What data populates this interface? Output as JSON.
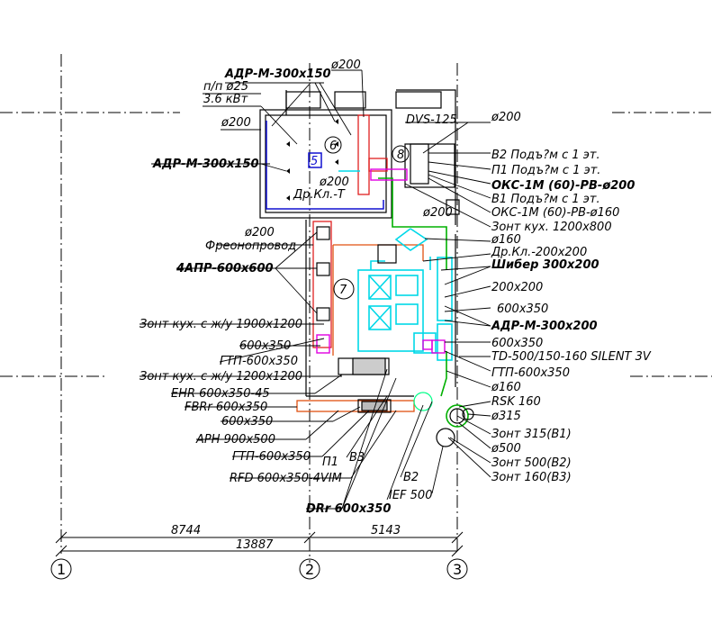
{
  "labels": {
    "adr_m_300x150_top": "АДР-М-300х150",
    "pn_025": "п/п ø25",
    "kw_36": "3.6 кВт",
    "d200_top": "ø200",
    "d200_left": "ø200",
    "num6": "6",
    "dvs125": "DVS-125",
    "d200_right": "ø200",
    "num8": "8",
    "adr_m_300x150_left": "АДР-М-300х150",
    "num5": "5",
    "d200_mid": "ø200",
    "dr_kl": "Др.Кл.-Т",
    "v2": "В2 Подъ?м с 1 эт.",
    "p1": "П1 Подъ?м с 1 эт.",
    "oks200": "ОКС-1М (60)-РВ-ø200",
    "v1": "В1 Подъ?м с 1 эт.",
    "oks160": "ОКС-1М (60)-РВ-ø160",
    "d200_r2": "ø200",
    "zont1200x800": "Зонт кух. 1200х800",
    "d200_l2": "ø200",
    "d160_a": "ø160",
    "freon": "Фреонопровод",
    "drkl200": "Др.Кл.-200х200",
    "shiber": "Шибер 300х200",
    "apr4": "4АПР-600х600",
    "num7": "7",
    "s200x200": "200х200",
    "s600x350_r": "600х350",
    "zont1900": "Зонт кух. с ж/у 1900х1200",
    "adr_m_300x200": "АДР-М-300х200",
    "s600x350_l": "600х350",
    "s600x350_r2": "600х350",
    "gtp_l": "ГТП-600х350",
    "td500": "TD-500/150-160 SILENT 3V",
    "zont1200": "Зонт кух. с ж/у 1200х1200",
    "gtp_r": "ГТП-600х350",
    "ehr": "EHR 600х350-45",
    "d160_b": "ø160",
    "fbrr": "FBRr 600х350",
    "rsk": "RSK 160",
    "s600x350_l2": "600х350",
    "d315": "ø315",
    "aph": "АРН 900х500",
    "zont315": "Зонт 315(В1)",
    "gtp_l2": "ГТП-600х350",
    "d500": "ø500",
    "p1_short": "П1",
    "b3_short": "В3",
    "zont500": "Зонт 500(В2)",
    "rfd": "RFD 600х350-4VIM",
    "zont160": "Зонт 160(В3)",
    "b2_short": "В2",
    "ief500": "IEF 500",
    "drr": "DRr 600х350"
  },
  "dimensions": {
    "d8744": "8744",
    "d5143": "5143",
    "d13887": "13887"
  },
  "axes": {
    "a1": "1",
    "a2": "2",
    "a3": "3"
  },
  "colors": {
    "wall": "#000000",
    "supply_cyan": "#00d8e8",
    "exhaust_red": "#e02020",
    "magenta": "#e000e0",
    "blue": "#1010d0",
    "green": "#00b000",
    "orange_room": "#e05010",
    "gray": "#909090"
  }
}
